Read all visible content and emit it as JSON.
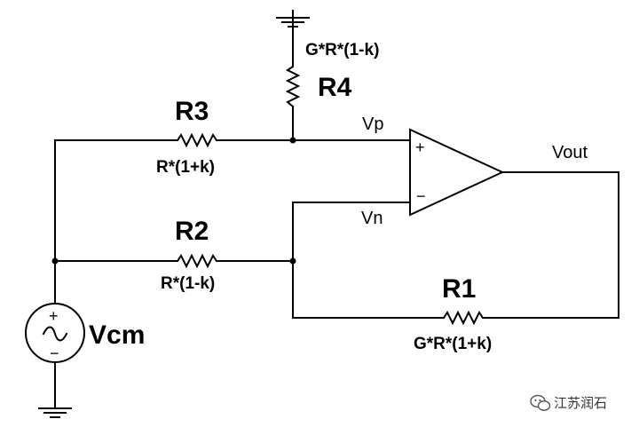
{
  "components": {
    "r1": {
      "name": "R1",
      "value": "G*R*(1+k)"
    },
    "r2": {
      "name": "R2",
      "value": "R*(1-k)"
    },
    "r3": {
      "name": "R3",
      "value": "R*(1+k)"
    },
    "r4": {
      "name": "R4",
      "value": "G*R*(1-k)"
    },
    "source": {
      "name": "Vcm",
      "plus": "+",
      "minus": "−"
    }
  },
  "nodes": {
    "vp": "Vp",
    "vn": "Vn",
    "vout": "Vout"
  },
  "opamp": {
    "plus": "+",
    "minus": "−"
  },
  "watermark": {
    "text": "江苏润石"
  }
}
